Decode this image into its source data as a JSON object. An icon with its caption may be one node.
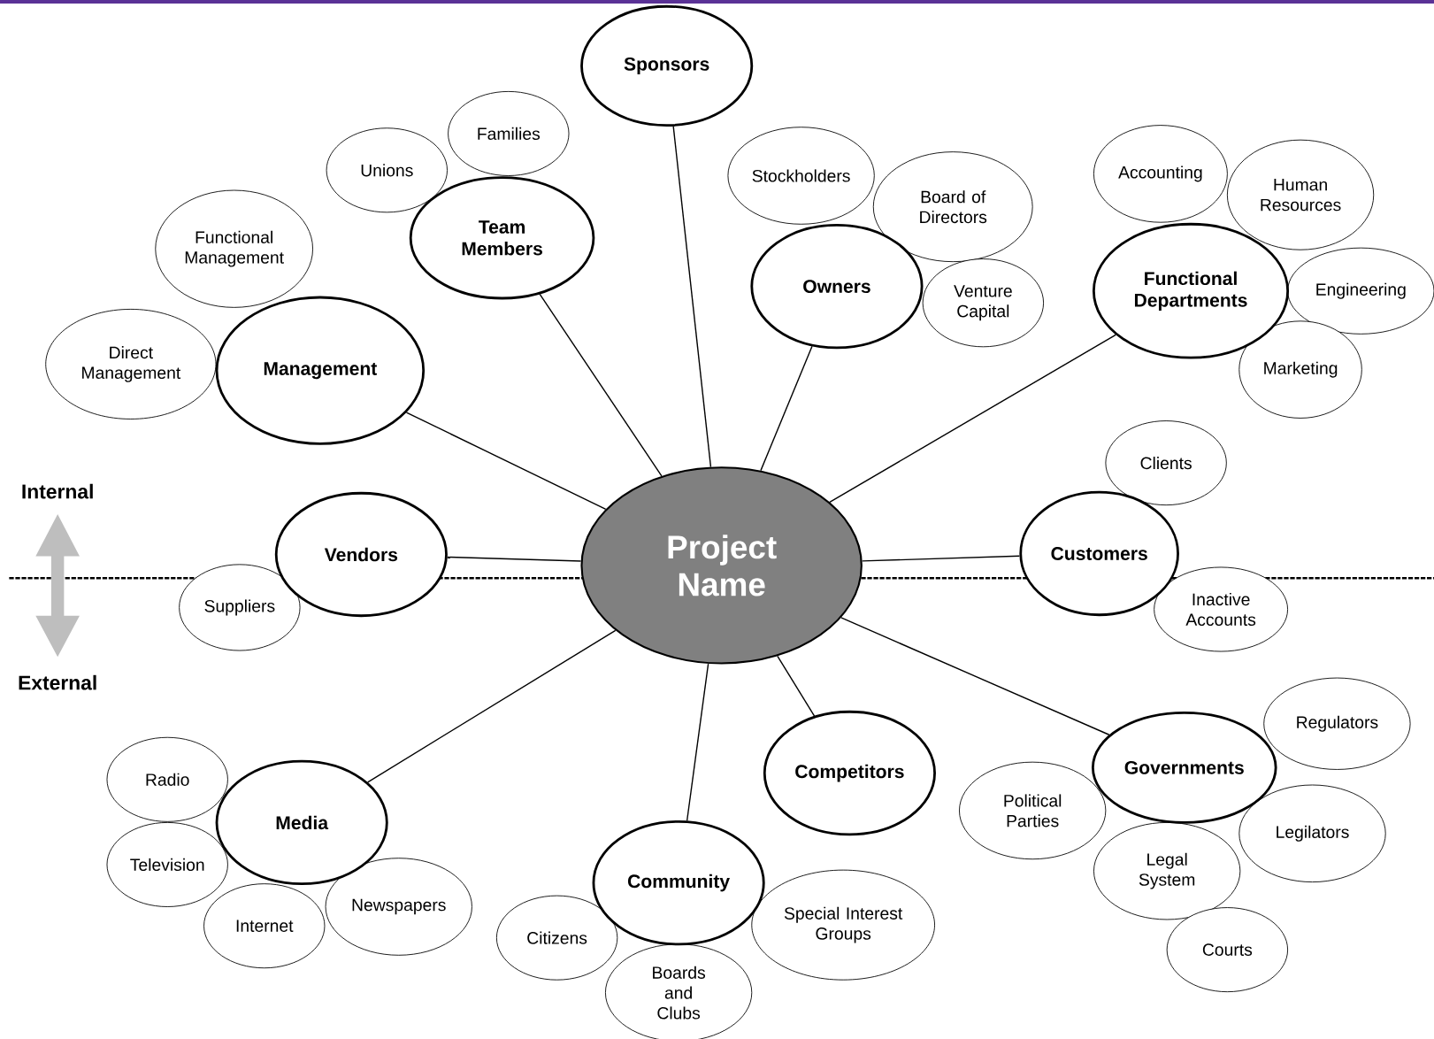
{
  "diagram": {
    "nodes": [
      {
        "text": [
          "Project Name"
        ]
      },
      {
        "text": [
          "Sponsors"
        ]
      },
      {
        "text": [
          "Team Members"
        ]
      },
      {
        "text": [
          "Families"
        ]
      },
      {
        "text": [
          "Unions"
        ]
      },
      {
        "text": [
          "Management"
        ]
      },
      {
        "text": [
          "Functional Management"
        ]
      },
      {
        "text": [
          "Direct Management"
        ]
      },
      {
        "text": [
          "Owners"
        ]
      },
      {
        "text": [
          "Stockholders"
        ]
      },
      {
        "text": [
          "Board of Directors"
        ]
      },
      {
        "text": [
          "Venture Capital"
        ]
      },
      {
        "text": [
          "Functional Departments"
        ]
      },
      {
        "text": [
          "Accounting"
        ]
      },
      {
        "text": [
          "Human Resources"
        ]
      },
      {
        "text": [
          "Engineering"
        ]
      },
      {
        "text": [
          "Marketing"
        ]
      },
      {
        "text": [
          "Vendors"
        ]
      },
      {
        "text": [
          "Suppliers"
        ]
      },
      {
        "text": [
          "Customers"
        ]
      },
      {
        "text": [
          "Clients"
        ]
      },
      {
        "text": [
          "Inactive Accounts"
        ]
      },
      {
        "text": [
          "Media"
        ]
      },
      {
        "text": [
          "Radio"
        ]
      },
      {
        "text": [
          "Television"
        ]
      },
      {
        "text": [
          "Internet"
        ]
      },
      {
        "text": [
          "Newspapers"
        ]
      },
      {
        "text": [
          "Community"
        ]
      },
      {
        "text": [
          "Citizens"
        ]
      },
      {
        "text": [
          "Boards and Clubs"
        ]
      },
      {
        "text": [
          "Special Interest Groups"
        ]
      },
      {
        "text": [
          "Competitors"
        ]
      },
      {
        "text": [
          "Governments"
        ]
      },
      {
        "text": [
          "Regulators"
        ]
      },
      {
        "text": [
          "Political Parties"
        ]
      },
      {
        "text": [
          "Legilators"
        ]
      },
      {
        "text": [
          "Legal System"
        ]
      },
      {
        "text": [
          "Courts"
        ]
      }
    ],
    "edges": [
      {
        "from": 0,
        "to": 1,
        "arrow": "none"
      },
      {
        "from": 0,
        "to": 2,
        "arrow": "none"
      },
      {
        "from": 0,
        "to": 5,
        "arrow": "none"
      },
      {
        "from": 0,
        "to": 8,
        "arrow": "none"
      },
      {
        "from": 0,
        "to": 12,
        "arrow": "none"
      },
      {
        "from": 0,
        "to": 17,
        "arrow": "none"
      },
      {
        "from": 0,
        "to": 19,
        "arrow": "none"
      },
      {
        "from": 0,
        "to": 22,
        "arrow": "none"
      },
      {
        "from": 0,
        "to": 27,
        "arrow": "none"
      },
      {
        "from": 0,
        "to": 31,
        "arrow": "none"
      },
      {
        "from": 0,
        "to": 32,
        "arrow": "none"
      }
    ],
    "labels": [
      "Internal",
      "External"
    ]
  }
}
